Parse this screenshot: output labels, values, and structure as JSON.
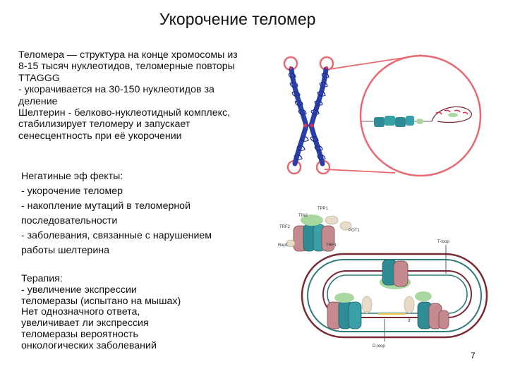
{
  "title": "Укорочение теломер",
  "block1": [
    "Теломера — структура на конце хромосомы из",
    "8-15 тысяч нуклеотидов, теломерные повторы",
    "TTAGGG",
    "- укорачивается на 30-150 нуклеотидов за",
    "деление",
    "Шелтерин - белково-нуклеотидный комплекс,",
    "стабилизирует теломеру и запускает",
    "сенесцентность при её укорочении"
  ],
  "block2": [
    "Негатиные эф фекты:",
    "- укорочение теломер",
    "- накопление мутаций в теломерной",
    "последовательности",
    "- заболевания, связанные с нарушением",
    "работы шелтерина"
  ],
  "block3": [
    "Терапия:",
    "- увеличение экспрессии",
    "теломеразы (испытано на мышах)",
    "Нет однозначного ответа,",
    "увеличивает ли экспрессия",
    "теломеразы вероятность",
    "онкологических заболеваний"
  ],
  "figure_labels": {
    "tpp1": "TPP1",
    "tin2": "TIN2",
    "trf2": "TRF2",
    "pot1": "POT1",
    "rap1": "Rap1",
    "trf1": "TRF1",
    "tloop": "T-loop",
    "three_prime": "3'",
    "dloop": "D-loop"
  },
  "page_number": "7",
  "colors": {
    "chromosome": "#2b3fa8",
    "telomere_ring": "#e86a70",
    "loop_outer": "#7a2a34",
    "loop_inner": "#2f7a78",
    "protein_teal": "#2e8c97",
    "protein_pink": "#c58a8e",
    "protein_green": "#a8d8a0"
  }
}
